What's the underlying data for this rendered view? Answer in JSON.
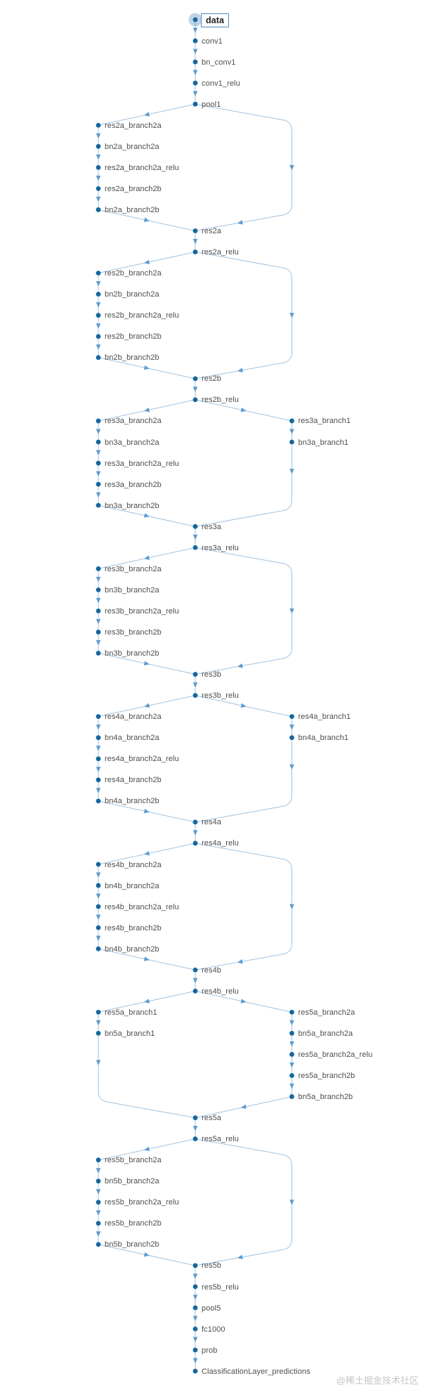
{
  "diagram": {
    "selected_node": "data",
    "watermark": "@稀土掘金技术社区",
    "colors": {
      "node": "#15669F",
      "edge": "#9FC3E1",
      "arrow": "#5E9BCD",
      "label": "#4D4D4D",
      "selected_box_border": "#4E88B5",
      "watermark": "#C6C6C6"
    },
    "nodes": [
      {
        "id": "data",
        "label": "data",
        "row": 0,
        "col": "C"
      },
      {
        "id": "conv1",
        "label": "conv1",
        "row": 1,
        "col": "C"
      },
      {
        "id": "bn_conv1",
        "label": "bn_conv1",
        "row": 2,
        "col": "C"
      },
      {
        "id": "conv1_relu",
        "label": "conv1_relu",
        "row": 3,
        "col": "C"
      },
      {
        "id": "pool1",
        "label": "pool1",
        "row": 4,
        "col": "C"
      },
      {
        "id": "res2a_branch2a",
        "label": "res2a_branch2a",
        "row": 5,
        "col": "L"
      },
      {
        "id": "bn2a_branch2a",
        "label": "bn2a_branch2a",
        "row": 6,
        "col": "L"
      },
      {
        "id": "res2a_branch2a_relu",
        "label": "res2a_branch2a_relu",
        "row": 7,
        "col": "L"
      },
      {
        "id": "res2a_branch2b",
        "label": "res2a_branch2b",
        "row": 8,
        "col": "L"
      },
      {
        "id": "bn2a_branch2b",
        "label": "bn2a_branch2b",
        "row": 9,
        "col": "L"
      },
      {
        "id": "res2a",
        "label": "res2a",
        "row": 10,
        "col": "C"
      },
      {
        "id": "res2a_relu",
        "label": "res2a_relu",
        "row": 11,
        "col": "C"
      },
      {
        "id": "res2b_branch2a",
        "label": "res2b_branch2a",
        "row": 12,
        "col": "L"
      },
      {
        "id": "bn2b_branch2a",
        "label": "bn2b_branch2a",
        "row": 13,
        "col": "L"
      },
      {
        "id": "res2b_branch2a_relu",
        "label": "res2b_branch2a_relu",
        "row": 14,
        "col": "L"
      },
      {
        "id": "res2b_branch2b",
        "label": "res2b_branch2b",
        "row": 15,
        "col": "L"
      },
      {
        "id": "bn2b_branch2b",
        "label": "bn2b_branch2b",
        "row": 16,
        "col": "L"
      },
      {
        "id": "res2b",
        "label": "res2b",
        "row": 17,
        "col": "C"
      },
      {
        "id": "res2b_relu",
        "label": "res2b_relu",
        "row": 18,
        "col": "C"
      },
      {
        "id": "res3a_branch2a",
        "label": "res3a_branch2a",
        "row": 19,
        "col": "L"
      },
      {
        "id": "res3a_branch1",
        "label": "res3a_branch1",
        "row": 19,
        "col": "R"
      },
      {
        "id": "bn3a_branch2a",
        "label": "bn3a_branch2a",
        "row": 20,
        "col": "L"
      },
      {
        "id": "bn3a_branch1",
        "label": "bn3a_branch1",
        "row": 20,
        "col": "R"
      },
      {
        "id": "res3a_branch2a_relu",
        "label": "res3a_branch2a_relu",
        "row": 21,
        "col": "L"
      },
      {
        "id": "res3a_branch2b",
        "label": "res3a_branch2b",
        "row": 22,
        "col": "L"
      },
      {
        "id": "bn3a_branch2b",
        "label": "bn3a_branch2b",
        "row": 23,
        "col": "L"
      },
      {
        "id": "res3a",
        "label": "res3a",
        "row": 24,
        "col": "C"
      },
      {
        "id": "res3a_relu",
        "label": "res3a_relu",
        "row": 25,
        "col": "C"
      },
      {
        "id": "res3b_branch2a",
        "label": "res3b_branch2a",
        "row": 26,
        "col": "L"
      },
      {
        "id": "bn3b_branch2a",
        "label": "bn3b_branch2a",
        "row": 27,
        "col": "L"
      },
      {
        "id": "res3b_branch2a_relu",
        "label": "res3b_branch2a_relu",
        "row": 28,
        "col": "L"
      },
      {
        "id": "res3b_branch2b",
        "label": "res3b_branch2b",
        "row": 29,
        "col": "L"
      },
      {
        "id": "bn3b_branch2b",
        "label": "bn3b_branch2b",
        "row": 30,
        "col": "L"
      },
      {
        "id": "res3b",
        "label": "res3b",
        "row": 31,
        "col": "C"
      },
      {
        "id": "res3b_relu",
        "label": "res3b_relu",
        "row": 32,
        "col": "C"
      },
      {
        "id": "res4a_branch2a",
        "label": "res4a_branch2a",
        "row": 33,
        "col": "L"
      },
      {
        "id": "res4a_branch1",
        "label": "res4a_branch1",
        "row": 33,
        "col": "R"
      },
      {
        "id": "bn4a_branch2a",
        "label": "bn4a_branch2a",
        "row": 34,
        "col": "L"
      },
      {
        "id": "bn4a_branch1",
        "label": "bn4a_branch1",
        "row": 34,
        "col": "R"
      },
      {
        "id": "res4a_branch2a_relu",
        "label": "res4a_branch2a_relu",
        "row": 35,
        "col": "L"
      },
      {
        "id": "res4a_branch2b",
        "label": "res4a_branch2b",
        "row": 36,
        "col": "L"
      },
      {
        "id": "bn4a_branch2b",
        "label": "bn4a_branch2b",
        "row": 37,
        "col": "L"
      },
      {
        "id": "res4a",
        "label": "res4a",
        "row": 38,
        "col": "C"
      },
      {
        "id": "res4a_relu",
        "label": "res4a_relu",
        "row": 39,
        "col": "C"
      },
      {
        "id": "res4b_branch2a",
        "label": "res4b_branch2a",
        "row": 40,
        "col": "L"
      },
      {
        "id": "bn4b_branch2a",
        "label": "bn4b_branch2a",
        "row": 41,
        "col": "L"
      },
      {
        "id": "res4b_branch2a_relu",
        "label": "res4b_branch2a_relu",
        "row": 42,
        "col": "L"
      },
      {
        "id": "res4b_branch2b",
        "label": "res4b_branch2b",
        "row": 43,
        "col": "L"
      },
      {
        "id": "bn4b_branch2b",
        "label": "bn4b_branch2b",
        "row": 44,
        "col": "L"
      },
      {
        "id": "res4b",
        "label": "res4b",
        "row": 45,
        "col": "C"
      },
      {
        "id": "res4b_relu",
        "label": "res4b_relu",
        "row": 46,
        "col": "C"
      },
      {
        "id": "res5a_branch1",
        "label": "res5a_branch1",
        "row": 47,
        "col": "L"
      },
      {
        "id": "res5a_branch2a",
        "label": "res5a_branch2a",
        "row": 47,
        "col": "R"
      },
      {
        "id": "bn5a_branch1",
        "label": "bn5a_branch1",
        "row": 48,
        "col": "L"
      },
      {
        "id": "bn5a_branch2a",
        "label": "bn5a_branch2a",
        "row": 48,
        "col": "R"
      },
      {
        "id": "res5a_branch2a_relu",
        "label": "res5a_branch2a_relu",
        "row": 49,
        "col": "R"
      },
      {
        "id": "res5a_branch2b",
        "label": "res5a_branch2b",
        "row": 50,
        "col": "R"
      },
      {
        "id": "bn5a_branch2b",
        "label": "bn5a_branch2b",
        "row": 51,
        "col": "R"
      },
      {
        "id": "res5a",
        "label": "res5a",
        "row": 52,
        "col": "C"
      },
      {
        "id": "res5a_relu",
        "label": "res5a_relu",
        "row": 53,
        "col": "C"
      },
      {
        "id": "res5b_branch2a",
        "label": "res5b_branch2a",
        "row": 54,
        "col": "L"
      },
      {
        "id": "bn5b_branch2a",
        "label": "bn5b_branch2a",
        "row": 55,
        "col": "L"
      },
      {
        "id": "res5b_branch2a_relu",
        "label": "res5b_branch2a_relu",
        "row": 56,
        "col": "L"
      },
      {
        "id": "res5b_branch2b",
        "label": "res5b_branch2b",
        "row": 57,
        "col": "L"
      },
      {
        "id": "bn5b_branch2b",
        "label": "bn5b_branch2b",
        "row": 58,
        "col": "L"
      },
      {
        "id": "res5b",
        "label": "res5b",
        "row": 59,
        "col": "C"
      },
      {
        "id": "res5b_relu",
        "label": "res5b_relu",
        "row": 60,
        "col": "C"
      },
      {
        "id": "pool5",
        "label": "pool5",
        "row": 61,
        "col": "C"
      },
      {
        "id": "fc1000",
        "label": "fc1000",
        "row": 62,
        "col": "C"
      },
      {
        "id": "prob",
        "label": "prob",
        "row": 63,
        "col": "C"
      },
      {
        "id": "ClassificationLayer_predictions",
        "label": "ClassificationLayer_predictions",
        "row": 64,
        "col": "C"
      }
    ],
    "edges": [
      {
        "from": "data",
        "to": "conv1",
        "type": "v"
      },
      {
        "from": "conv1",
        "to": "bn_conv1",
        "type": "v"
      },
      {
        "from": "bn_conv1",
        "to": "conv1_relu",
        "type": "v"
      },
      {
        "from": "conv1_relu",
        "to": "pool1",
        "type": "v"
      },
      {
        "from": "pool1",
        "to": "res2a_branch2a",
        "type": "fork"
      },
      {
        "from": "pool1",
        "to": "res2a",
        "type": "skip"
      },
      {
        "from": "res2a_branch2a",
        "to": "bn2a_branch2a",
        "type": "v"
      },
      {
        "from": "bn2a_branch2a",
        "to": "res2a_branch2a_relu",
        "type": "v"
      },
      {
        "from": "res2a_branch2a_relu",
        "to": "res2a_branch2b",
        "type": "v"
      },
      {
        "from": "res2a_branch2b",
        "to": "bn2a_branch2b",
        "type": "v"
      },
      {
        "from": "bn2a_branch2b",
        "to": "res2a",
        "type": "merge"
      },
      {
        "from": "res2a",
        "to": "res2a_relu",
        "type": "v"
      },
      {
        "from": "res2a_relu",
        "to": "res2b_branch2a",
        "type": "fork"
      },
      {
        "from": "res2a_relu",
        "to": "res2b",
        "type": "skip"
      },
      {
        "from": "res2b_branch2a",
        "to": "bn2b_branch2a",
        "type": "v"
      },
      {
        "from": "bn2b_branch2a",
        "to": "res2b_branch2a_relu",
        "type": "v"
      },
      {
        "from": "res2b_branch2a_relu",
        "to": "res2b_branch2b",
        "type": "v"
      },
      {
        "from": "res2b_branch2b",
        "to": "bn2b_branch2b",
        "type": "v"
      },
      {
        "from": "bn2b_branch2b",
        "to": "res2b",
        "type": "merge"
      },
      {
        "from": "res2b",
        "to": "res2b_relu",
        "type": "v"
      },
      {
        "from": "res2b_relu",
        "to": "res3a_branch2a",
        "type": "fork"
      },
      {
        "from": "res2b_relu",
        "to": "res3a_branch1",
        "type": "fork"
      },
      {
        "from": "res3a_branch2a",
        "to": "bn3a_branch2a",
        "type": "v"
      },
      {
        "from": "bn3a_branch2a",
        "to": "res3a_branch2a_relu",
        "type": "v"
      },
      {
        "from": "res3a_branch2a_relu",
        "to": "res3a_branch2b",
        "type": "v"
      },
      {
        "from": "res3a_branch2b",
        "to": "bn3a_branch2b",
        "type": "v"
      },
      {
        "from": "res3a_branch1",
        "to": "bn3a_branch1",
        "type": "v"
      },
      {
        "from": "bn3a_branch2b",
        "to": "res3a",
        "type": "merge"
      },
      {
        "from": "bn3a_branch1",
        "to": "res3a",
        "type": "drop"
      },
      {
        "from": "res3a",
        "to": "res3a_relu",
        "type": "v"
      },
      {
        "from": "res3a_relu",
        "to": "res3b_branch2a",
        "type": "fork"
      },
      {
        "from": "res3a_relu",
        "to": "res3b",
        "type": "skip"
      },
      {
        "from": "res3b_branch2a",
        "to": "bn3b_branch2a",
        "type": "v"
      },
      {
        "from": "bn3b_branch2a",
        "to": "res3b_branch2a_relu",
        "type": "v"
      },
      {
        "from": "res3b_branch2a_relu",
        "to": "res3b_branch2b",
        "type": "v"
      },
      {
        "from": "res3b_branch2b",
        "to": "bn3b_branch2b",
        "type": "v"
      },
      {
        "from": "bn3b_branch2b",
        "to": "res3b",
        "type": "merge"
      },
      {
        "from": "res3b",
        "to": "res3b_relu",
        "type": "v"
      },
      {
        "from": "res3b_relu",
        "to": "res4a_branch2a",
        "type": "fork"
      },
      {
        "from": "res3b_relu",
        "to": "res4a_branch1",
        "type": "fork"
      },
      {
        "from": "res4a_branch2a",
        "to": "bn4a_branch2a",
        "type": "v"
      },
      {
        "from": "bn4a_branch2a",
        "to": "res4a_branch2a_relu",
        "type": "v"
      },
      {
        "from": "res4a_branch2a_relu",
        "to": "res4a_branch2b",
        "type": "v"
      },
      {
        "from": "res4a_branch2b",
        "to": "bn4a_branch2b",
        "type": "v"
      },
      {
        "from": "res4a_branch1",
        "to": "bn4a_branch1",
        "type": "v"
      },
      {
        "from": "bn4a_branch2b",
        "to": "res4a",
        "type": "merge"
      },
      {
        "from": "bn4a_branch1",
        "to": "res4a",
        "type": "drop"
      },
      {
        "from": "res4a",
        "to": "res4a_relu",
        "type": "v"
      },
      {
        "from": "res4a_relu",
        "to": "res4b_branch2a",
        "type": "fork"
      },
      {
        "from": "res4a_relu",
        "to": "res4b",
        "type": "skip"
      },
      {
        "from": "res4b_branch2a",
        "to": "bn4b_branch2a",
        "type": "v"
      },
      {
        "from": "bn4b_branch2a",
        "to": "res4b_branch2a_relu",
        "type": "v"
      },
      {
        "from": "res4b_branch2a_relu",
        "to": "res4b_branch2b",
        "type": "v"
      },
      {
        "from": "res4b_branch2b",
        "to": "bn4b_branch2b",
        "type": "v"
      },
      {
        "from": "bn4b_branch2b",
        "to": "res4b",
        "type": "merge"
      },
      {
        "from": "res4b",
        "to": "res4b_relu",
        "type": "v"
      },
      {
        "from": "res4b_relu",
        "to": "res5a_branch1",
        "type": "fork"
      },
      {
        "from": "res4b_relu",
        "to": "res5a_branch2a",
        "type": "fork"
      },
      {
        "from": "res5a_branch1",
        "to": "bn5a_branch1",
        "type": "v"
      },
      {
        "from": "res5a_branch2a",
        "to": "bn5a_branch2a",
        "type": "v"
      },
      {
        "from": "bn5a_branch2a",
        "to": "res5a_branch2a_relu",
        "type": "v"
      },
      {
        "from": "res5a_branch2a_relu",
        "to": "res5a_branch2b",
        "type": "v"
      },
      {
        "from": "res5a_branch2b",
        "to": "bn5a_branch2b",
        "type": "v"
      },
      {
        "from": "bn5a_branch1",
        "to": "res5a",
        "type": "drop"
      },
      {
        "from": "bn5a_branch2b",
        "to": "res5a",
        "type": "merge"
      },
      {
        "from": "res5a",
        "to": "res5a_relu",
        "type": "v"
      },
      {
        "from": "res5a_relu",
        "to": "res5b_branch2a",
        "type": "fork"
      },
      {
        "from": "res5a_relu",
        "to": "res5b",
        "type": "skip"
      },
      {
        "from": "res5b_branch2a",
        "to": "bn5b_branch2a",
        "type": "v"
      },
      {
        "from": "bn5b_branch2a",
        "to": "res5b_branch2a_relu",
        "type": "v"
      },
      {
        "from": "res5b_branch2a_relu",
        "to": "res5b_branch2b",
        "type": "v"
      },
      {
        "from": "res5b_branch2b",
        "to": "bn5b_branch2b",
        "type": "v"
      },
      {
        "from": "bn5b_branch2b",
        "to": "res5b",
        "type": "merge"
      },
      {
        "from": "res5b",
        "to": "res5b_relu",
        "type": "v"
      },
      {
        "from": "res5b_relu",
        "to": "pool5",
        "type": "v"
      },
      {
        "from": "pool5",
        "to": "fc1000",
        "type": "v"
      },
      {
        "from": "fc1000",
        "to": "prob",
        "type": "v"
      },
      {
        "from": "prob",
        "to": "ClassificationLayer_predictions",
        "type": "v"
      }
    ]
  }
}
